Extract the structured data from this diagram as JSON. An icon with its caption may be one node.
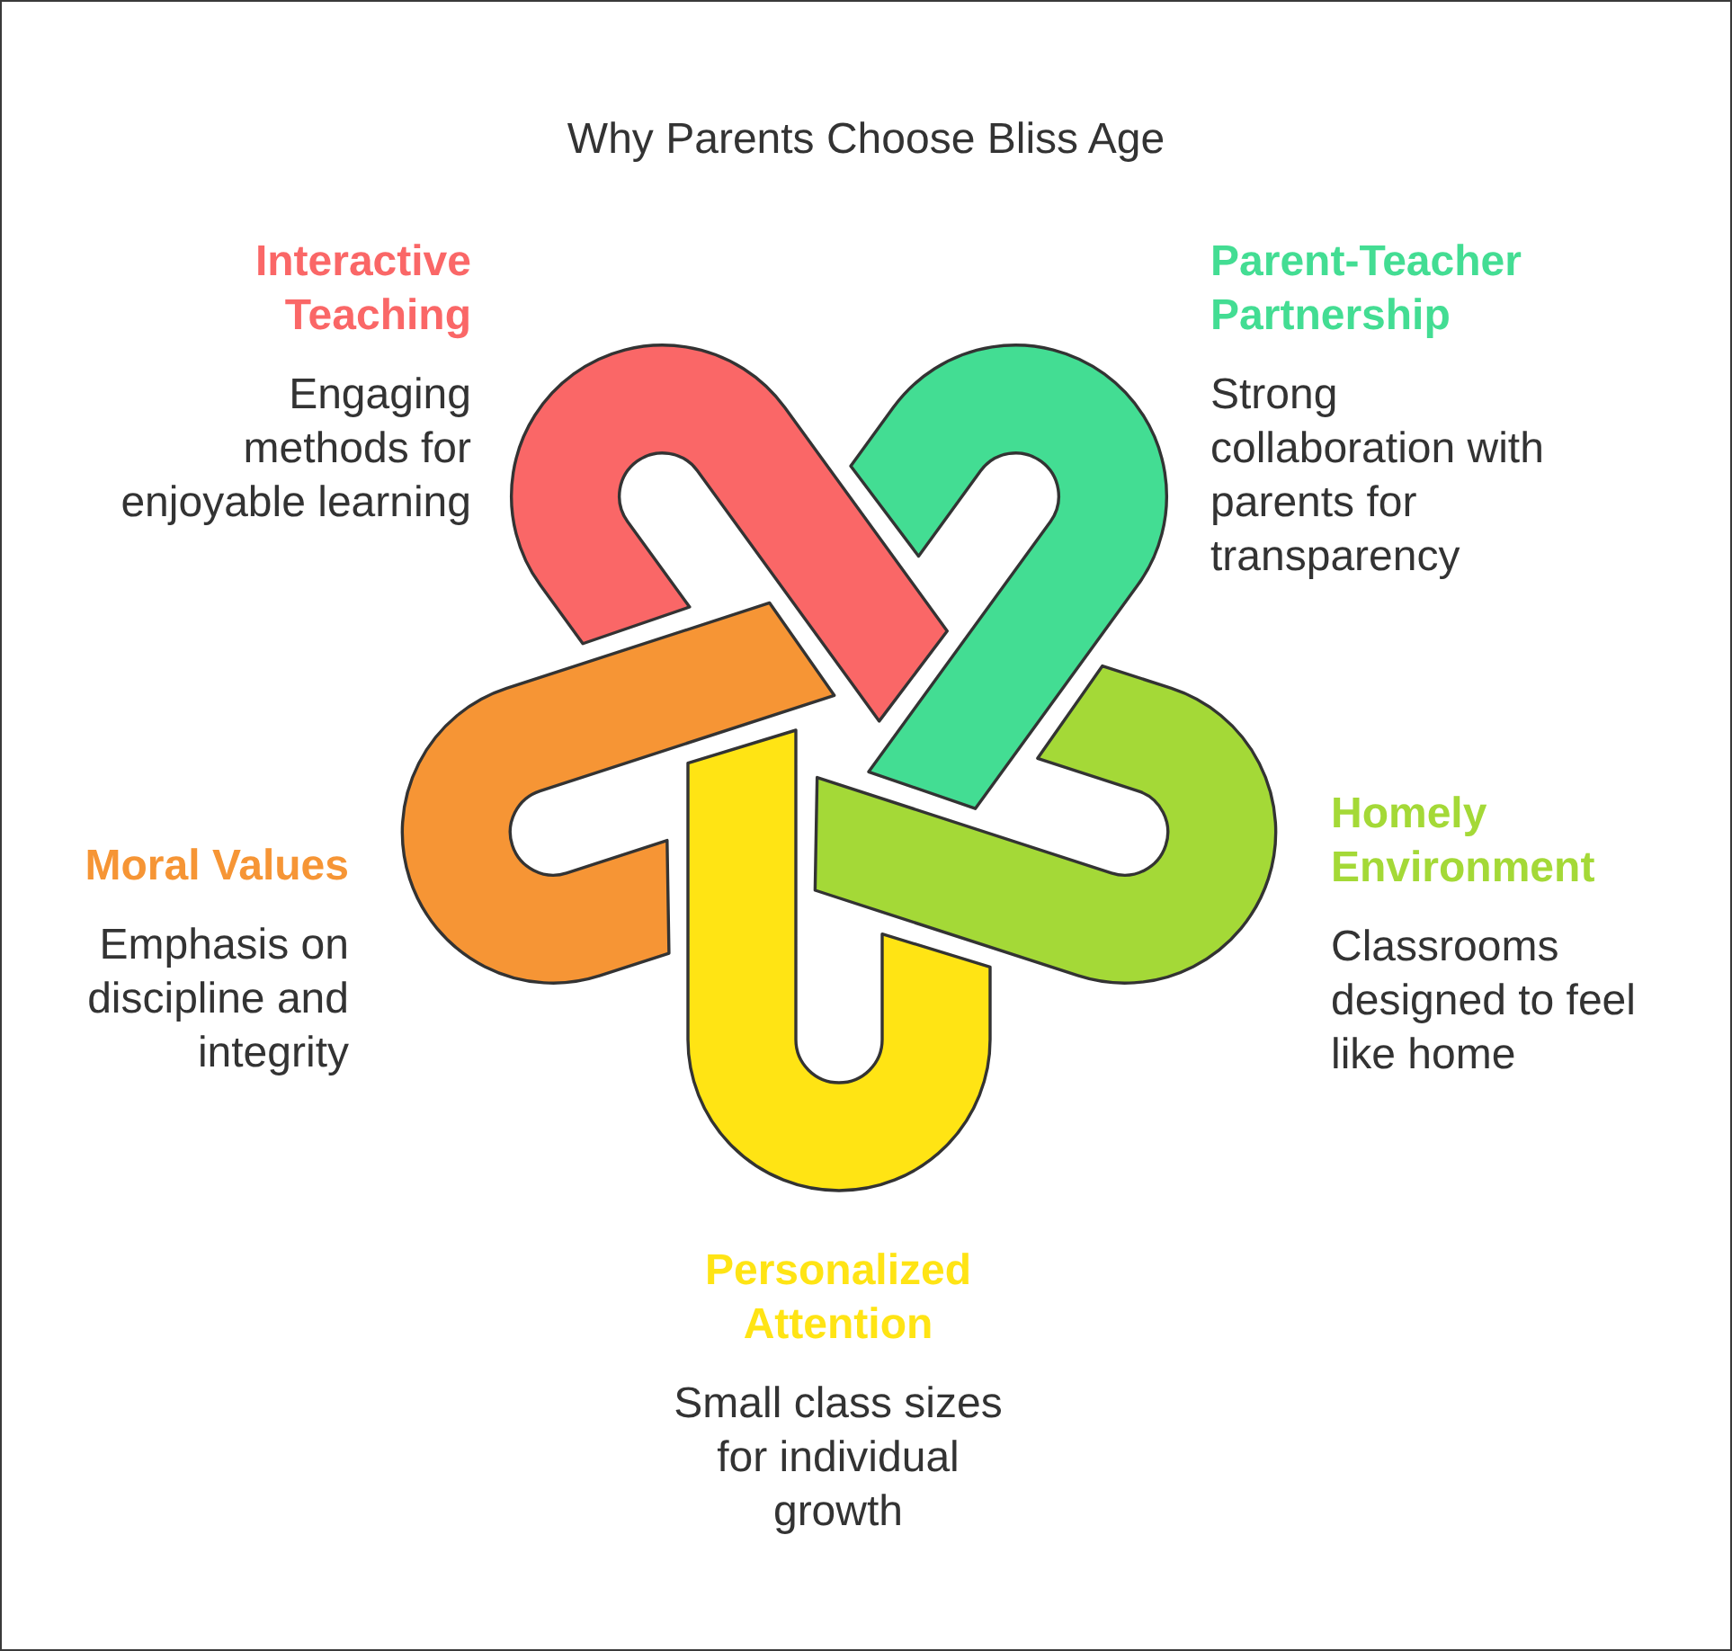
{
  "diagram": {
    "title": "Why Parents Choose Bliss Age",
    "nodes": [
      {
        "text": [],
        "shape": "hook",
        "beside": [
          "Interactive Teaching",
          "Engaging methods for enjoyable learning"
        ]
      },
      {
        "text": [],
        "shape": "hook",
        "beside": [
          "Parent-Teacher Partnership",
          "Strong collaboration with parents for transparency"
        ]
      },
      {
        "text": [],
        "shape": "hook",
        "beside": [
          "Moral Values",
          "Emphasis on discipline and integrity"
        ]
      },
      {
        "text": [],
        "shape": "hook",
        "beside": [
          "Homely Environment",
          "Classrooms designed to feel like home"
        ]
      },
      {
        "text": [],
        "shape": "hook",
        "beside": [
          "Personalized Attention",
          "Small class sizes for individual growth"
        ]
      }
    ]
  }
}
